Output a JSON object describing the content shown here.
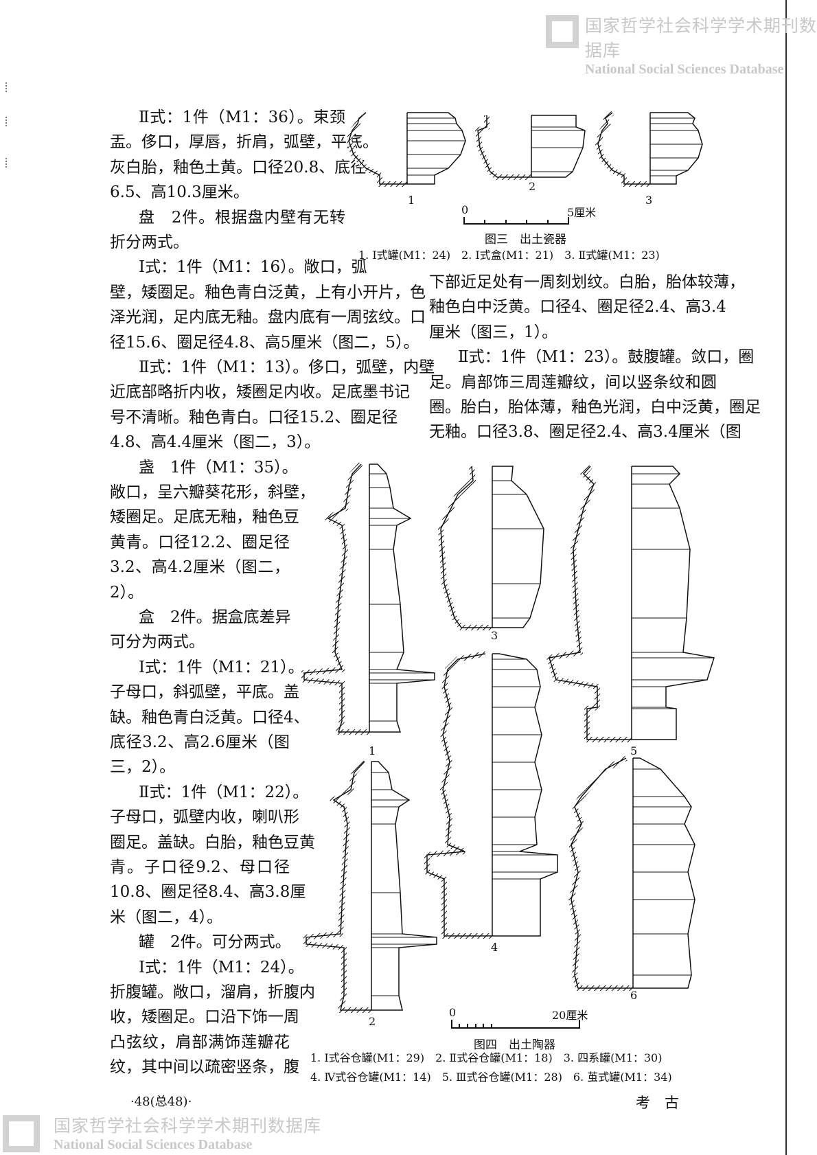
{
  "watermark": {
    "cn": "国家哲学社会科学学术期刊数据库",
    "en": "National Social Sciences Database"
  },
  "left_column": [
    "Ⅱ式：1件（M1：36）。束颈",
    "盂。侈口，厚唇，折肩，弧壁，平底。",
    "灰白胎，釉色土黄。口径20.8、底径",
    "6.5、高10.3厘米。",
    "盘　2件。根据盘内壁有无转",
    "折分两式。",
    "Ⅰ式：1件（M1：16）。敞口，弧",
    "壁，矮圈足。釉色青白泛黄，上有小开片，色",
    "泽光润，足内底无釉。盘内底有一周弦纹。口",
    "径15.6、圈足径4.8、高5厘米（图二，5）。",
    "Ⅱ式：1件（M1：13）。侈口，弧壁，内壁",
    "近底部略折内收，矮圈足内收。足底墨书记",
    "号不清晰。釉色青白。口径15.2、圈足径",
    "4.8、高4.4厘米（图二，3）。",
    "盏　1件（M1：35）。",
    "敞口，呈六瓣葵花形，斜壁，",
    "矮圈足。足底无釉，釉色豆",
    "黄青。口径12.2、圈足径",
    "3.2、高4.2厘米（图二，",
    "2）。",
    "盒　2件。据盒底差异",
    "可分为两式。",
    "Ⅰ式：1件（M1：21）。",
    "子母口，斜弧壁，平底。盖",
    "缺。釉色青白泛黄。口径4、",
    "底径3.2、高2.6厘米（图",
    "三，2）。",
    "Ⅱ式：1件（M1：22）。",
    "子母口，弧壁内收，喇叭形",
    "圈足。盖缺。白胎，釉色豆黄",
    "青。子口径9.2、母口径",
    "10.8、圈足径8.4、高3.8厘",
    "米（图二，4）。",
    "罐　2件。可分两式。",
    "Ⅰ式：1件（M1：24）。",
    "折腹罐。敞口，溜肩，折腹内",
    "收，矮圈足。口沿下饰一周",
    "凸弦纹，肩部满饰莲瓣花",
    "纹，其中间以疏密竖条，腹"
  ],
  "right_column": [
    "下部近足处有一周刻划纹。白胎，胎体较薄，",
    "釉色白中泛黄。口径4、圈足径2.4、高3.4",
    "厘米（图三，1）。",
    "Ⅱ式：1件（M1：23）。鼓腹罐。敛口，圈",
    "足。肩部饰三周莲瓣纹，间以竖条纹和圆",
    "圈。胎白，胎体薄，釉色光润，白中泛黄，圈足",
    "无釉。口径3.8、圈足径2.4、高3.4厘米（图"
  ],
  "figure3": {
    "numbers": [
      "1",
      "2",
      "3"
    ],
    "scale_zero": "0",
    "scale_end": "5厘米",
    "title": "图三　出土瓷器",
    "caption": "1. Ⅰ式罐(M1：24)　2. Ⅰ式盒(M1：21)　3. Ⅱ式罐(M1：23)"
  },
  "figure4": {
    "numbers": [
      "1",
      "2",
      "3",
      "4",
      "5",
      "6"
    ],
    "scale_zero": "0",
    "scale_end": "20厘米",
    "title": "图四　出土陶器",
    "caption_line1": "1. Ⅰ式谷仓罐(M1：29)　2. Ⅱ式谷仓罐(M1：18)　3. 四系罐(M1：30)",
    "caption_line2": "4. Ⅳ式谷仓罐(M1：14)　5. Ⅲ式谷仓罐(M1：28)　6. 茧式罐(M1：34)"
  },
  "footer": {
    "page": "·48(总48)·",
    "journal": "考　古"
  }
}
